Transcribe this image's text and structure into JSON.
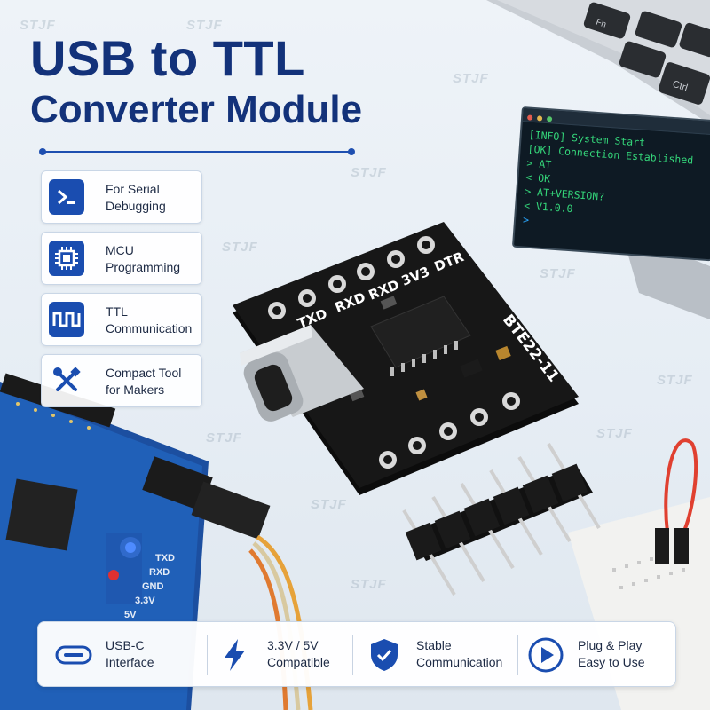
{
  "title": {
    "line1": "USB to TTL",
    "line2": "Converter Module"
  },
  "watermark": "STJF",
  "features": [
    {
      "label": "For Serial\nDebugging",
      "icon": "terminal-prompt-icon"
    },
    {
      "label": "MCU\nProgramming",
      "icon": "chip-icon"
    },
    {
      "label": "TTL\nCommunication",
      "icon": "square-wave-icon"
    },
    {
      "label": "Compact Tool\nfor Makers",
      "icon": "wrench-screwdriver-icon"
    }
  ],
  "terminal": {
    "lines": [
      "[INFO] System Start",
      "[OK] Connection Established",
      "> AT",
      "< OK",
      "> AT+VERSION?",
      "< V1.0.0"
    ],
    "prompt": ">"
  },
  "board": {
    "pin_labels": [
      "TXD",
      "RXD",
      "RXD",
      "3V3",
      "DTR"
    ],
    "model": "BTE22-11"
  },
  "dev_board_labels": [
    "TXD",
    "RXD",
    "GND",
    "3.3V",
    "5V"
  ],
  "keyboard_keys": [
    "Fn",
    "Ctrl"
  ],
  "bottom_features": [
    {
      "label": "USB-C\nInterface",
      "icon": "usb-c-port-icon"
    },
    {
      "label": "3.3V / 5V\nCompatible",
      "icon": "lightning-bolt-icon"
    },
    {
      "label": "Stable\nCommunication",
      "icon": "shield-check-icon"
    },
    {
      "label": "Plug & Play\nEasy to Use",
      "icon": "play-circle-icon"
    }
  ],
  "colors": {
    "title": "#13327a",
    "accent": "#1a4db0",
    "terminal_text": "#34d67a",
    "pcb": "#141414"
  }
}
